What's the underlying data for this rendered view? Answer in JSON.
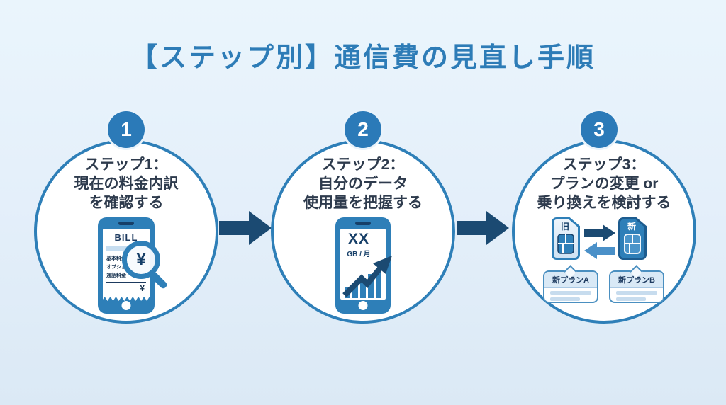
{
  "title": "【ステップ別】通信費の見直し手順",
  "steps": [
    {
      "badge": "1",
      "lines": [
        "ステップ1：",
        "現在の料金内訳",
        "を確認する"
      ]
    },
    {
      "badge": "2",
      "lines": [
        "ステップ2：",
        "自分のデータ",
        "使用量を把握する"
      ]
    },
    {
      "badge": "3",
      "lines": [
        "ステップ3：",
        "プランの変更 or",
        "乗り換えを検討する"
      ]
    }
  ],
  "bill_phone": {
    "header": "BILL",
    "items": [
      "基本料金",
      "オプション",
      "通話料金"
    ],
    "total_symbol": "¥",
    "magnifier_symbol": "¥"
  },
  "data_phone": {
    "amount": "XX",
    "unit": "GB / 月"
  },
  "sim_swap": {
    "old_label": "旧",
    "new_label": "新",
    "plan_a": "新プランA",
    "plan_b": "新プランB"
  },
  "colors": {
    "primary_blue": "#2e7fb8",
    "dark_navy": "#1b4a72",
    "title_blue": "#2d7cb7",
    "heading_text": "#2e3b4d",
    "light_blue": "#d9e9f6",
    "background": "#e4effa"
  }
}
